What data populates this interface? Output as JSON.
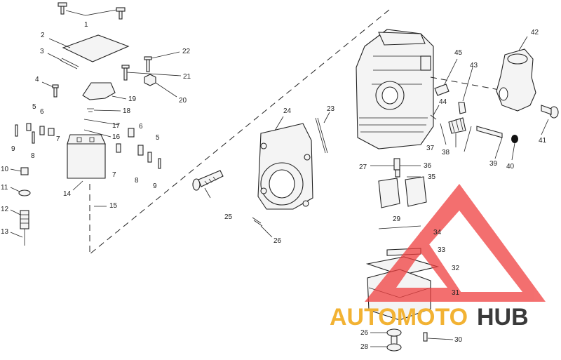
{
  "diagram": {
    "labels": [
      "1",
      "2",
      "3",
      "4",
      "5",
      "6",
      "7",
      "8",
      "9",
      "10",
      "11",
      "12",
      "13",
      "14",
      "15",
      "16",
      "17",
      "18",
      "19",
      "20",
      "21",
      "22",
      "23",
      "24",
      "25",
      "26",
      "27",
      "28",
      "29",
      "30",
      "31",
      "32",
      "33",
      "34",
      "35",
      "36",
      "37",
      "38",
      "39",
      "40",
      "41",
      "42",
      "43",
      "44",
      "45"
    ]
  },
  "watermark": {
    "text_a": "AUTOMOTO",
    "text_b": "HUB",
    "color_a": "#f2b233",
    "color_b": "#3a3a3a",
    "logo_color": "#f04040"
  }
}
